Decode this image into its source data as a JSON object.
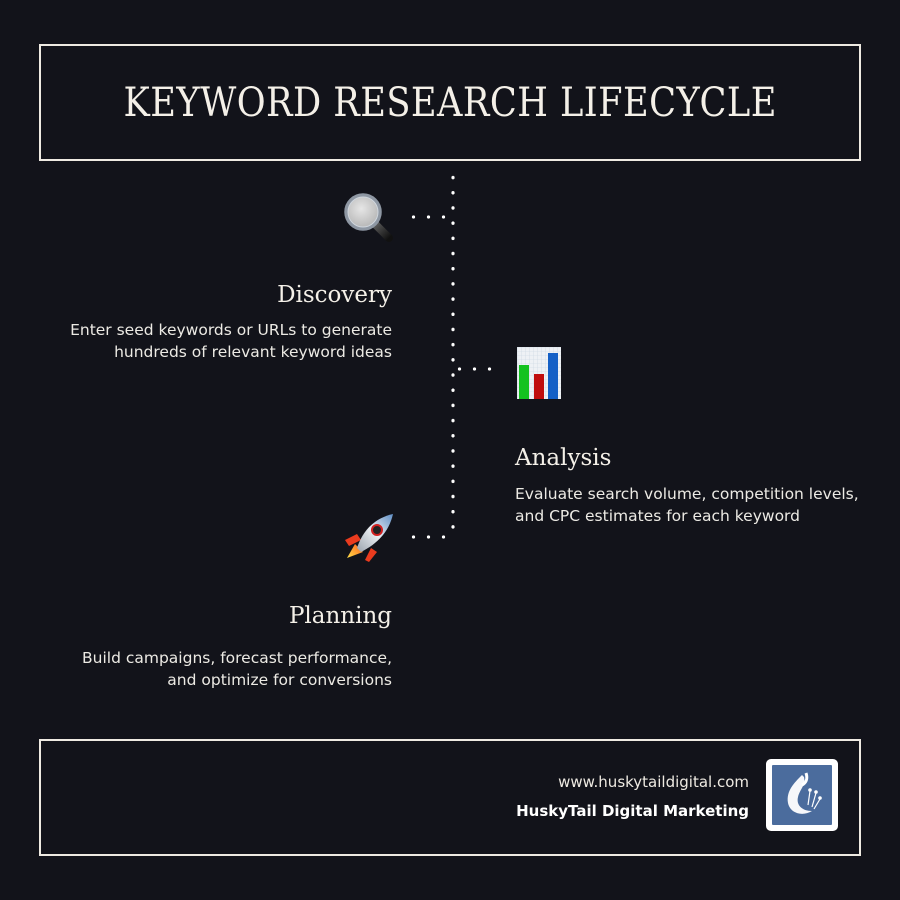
{
  "header": {
    "title": "KEYWORD RESEARCH LIFECYCLE"
  },
  "steps": [
    {
      "icon": "magnifying-glass-icon",
      "title": "Discovery",
      "description_lines": [
        "Enter seed keywords or URLs to generate",
        "hundreds of relevant keyword ideas"
      ],
      "side": "left"
    },
    {
      "icon": "bar-chart-icon",
      "title": "Analysis",
      "description_lines": [
        "Evaluate search volume, competition levels,",
        "and CPC estimates for each keyword"
      ],
      "side": "right"
    },
    {
      "icon": "rocket-icon",
      "title": "Planning",
      "description_lines": [
        "Build campaigns, forecast performance,",
        "and optimize for conversions"
      ],
      "side": "left"
    }
  ],
  "footer": {
    "url": "www.huskytaildigital.com",
    "company": "HuskyTail Digital Marketing",
    "logo": "huskytail-logo-icon"
  },
  "colors": {
    "background": "#12131a",
    "border": "#eeeae2",
    "text": "#f4f0e8",
    "logo_blue": "#4b6c9d"
  }
}
